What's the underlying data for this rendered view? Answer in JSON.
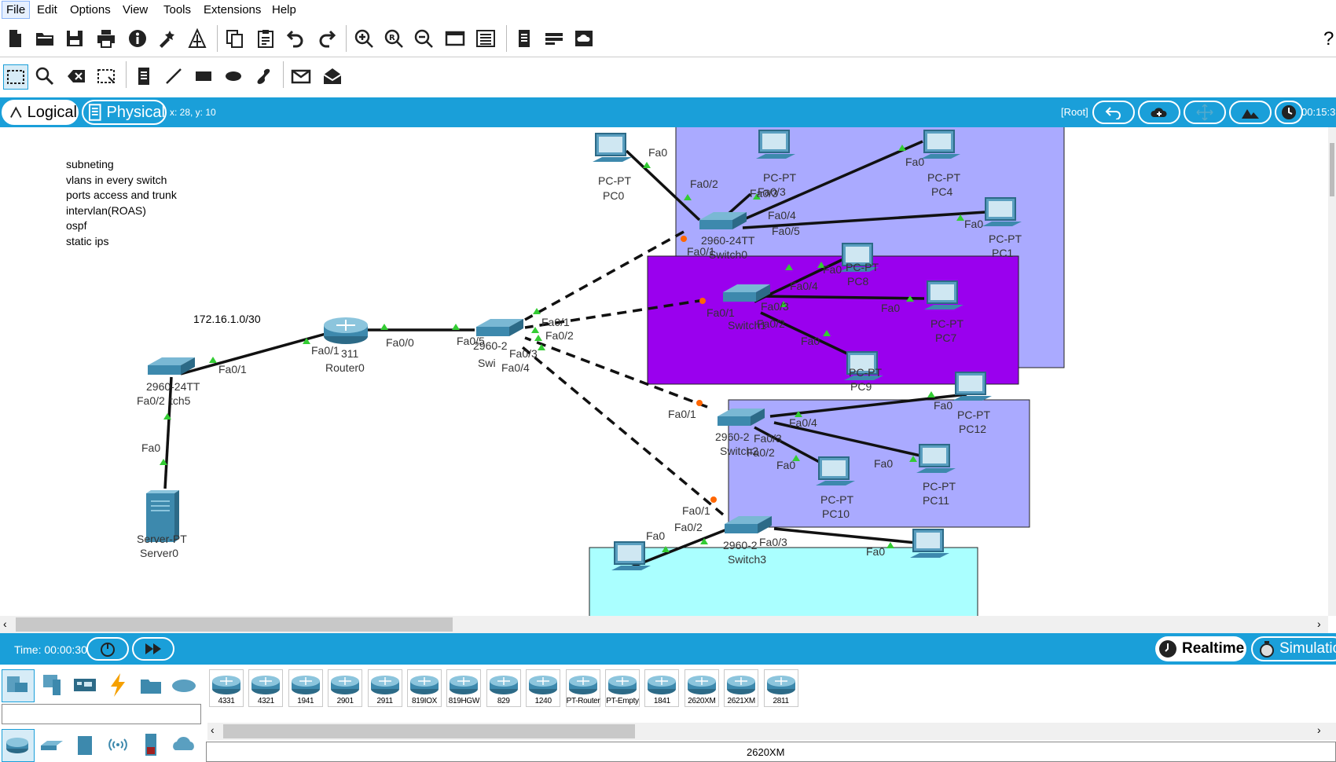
{
  "menu": [
    "File",
    "Edit",
    "Options",
    "View",
    "Tools",
    "Extensions",
    "Help"
  ],
  "help_mark": "?",
  "viewbar": {
    "logical": "Logical",
    "physical": "Physical",
    "coords": "x: 28, y: 10",
    "root": "[Root]",
    "clock": "00:15:3"
  },
  "notes": [
    "subneting",
    "vlans in every switch",
    "ports access and trunk",
    "intervlan(ROAS)",
    "ospf",
    "static ips"
  ],
  "subnet_label": "172.16.1.0/30",
  "colors": {
    "accent": "#1a9fd9",
    "zone_lavender": "#aaaaff",
    "zone_purple": "#9a00ee",
    "zone_cyan": "#aaffff",
    "link_up": "#33cc33",
    "link_down": "#ff6600"
  },
  "devices": {
    "pc0": {
      "type": "PC-PT",
      "name": "PC0"
    },
    "pc1": {
      "type": "PC-PT",
      "name": "PC1"
    },
    "pc3": {
      "type": "PC-PT",
      "name": "Fa0/3"
    },
    "pc4": {
      "type": "PC-PT",
      "name": "PC4"
    },
    "pc7": {
      "type": "PC-PT",
      "name": "PC7"
    },
    "pc8": {
      "type": "PC-PT",
      "name": "PC8"
    },
    "pc9": {
      "type": "PC-PT",
      "name": "PC9"
    },
    "pc10": {
      "type": "PC-PT",
      "name": "PC10"
    },
    "pc11": {
      "type": "PC-PT",
      "name": "PC11"
    },
    "pc12": {
      "type": "PC-PT",
      "name": "PC12"
    },
    "server0": {
      "type": "Server-PT",
      "name": "Server0"
    },
    "router0": {
      "type": "311",
      "name": "Router0"
    },
    "switch0": {
      "type": "2960-24TT",
      "name": "Switch0"
    },
    "switch1": {
      "type": "2960-24TT",
      "name": "Switch1"
    },
    "switch2": {
      "type": "2960-2",
      "name": "Switch2"
    },
    "switch3": {
      "type": "2960-2",
      "name": "Switch3"
    },
    "switch4": {
      "type": "2960-2",
      "name": "Swi"
    },
    "switch5": {
      "type": "2960-24TT",
      "name": "tch5"
    }
  },
  "ports": {
    "p1": "Fa0",
    "p2": "Fa0/2",
    "p3": "Fa0",
    "p4": "Fa0/3",
    "p5": "Fa0",
    "p6": "Fa0/4",
    "p7": "Fa0/5",
    "p8": "Fa0/1",
    "p9": "Fa0",
    "p10": "Fa0/4",
    "p11": "Fa0/3",
    "p12": "Fa0/1",
    "p13": "Fa0/2",
    "p14": "Fa0",
    "p15": "Fa0",
    "p16": "Fa0/1",
    "p17": "Fa0/2",
    "p18": "Fa0/5",
    "p19": "Fa0/3",
    "p20": "Fa0/4",
    "p21": "Fa0/0",
    "p22": "Fa0/1",
    "p23": "Fa0/1",
    "p24": "Fa0/2",
    "p25": "Fa0",
    "p26": "Fa0/1",
    "p27": "Fa0/4",
    "p28": "Fa0",
    "p29": "Fa0/3",
    "p30": "Fa0/2",
    "p31": "Fa0",
    "p32": "Fa0",
    "p33": "Fa0/1",
    "p34": "Fa0/2",
    "p35": "Fa0",
    "p36": "Fa0/3",
    "p37": "Fa0"
  },
  "time": "Time: 00:00:30",
  "mode": {
    "realtime": "Realtime",
    "simulation": "Simulatio"
  },
  "models": [
    "4331",
    "4321",
    "1941",
    "2901",
    "2911",
    "819IOX",
    "819HGW",
    "829",
    "1240",
    "PT-Router",
    "PT-Empty",
    "1841",
    "2620XM",
    "2621XM",
    "2811"
  ],
  "selected_model": "2620XM",
  "icons": {
    "toolbar1": [
      "new-file-icon",
      "open-folder-icon",
      "save-icon",
      "print-icon",
      "info-icon",
      "activity-wizard-icon",
      "network-icon",
      "copy-icon",
      "paste-icon",
      "undo-icon",
      "redo-icon",
      "zoom-in-icon",
      "zoom-reset-icon",
      "zoom-out-icon",
      "drawing-palette-icon",
      "custom-devices-icon",
      "notepad-icon",
      "dialog-icon",
      "cloud-icon"
    ]
  }
}
